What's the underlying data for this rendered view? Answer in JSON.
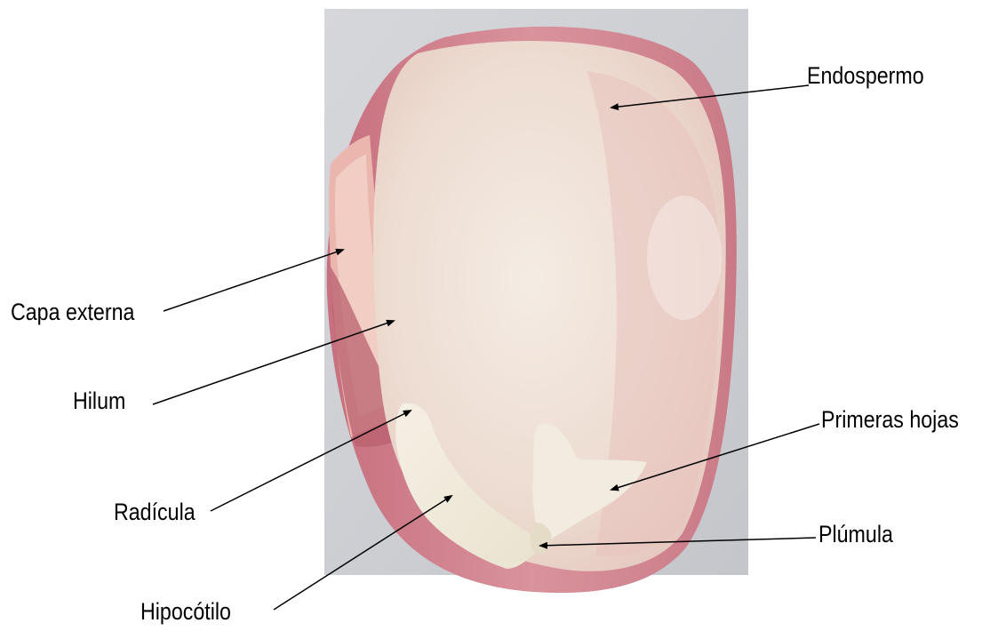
{
  "labels": {
    "endospermo": "Endospermo",
    "capa_externa": "Capa externa",
    "hilum": "Hilum",
    "primeras_hojas": "Primeras hojas",
    "radicula": "Radícula",
    "plumula": "Plúmula",
    "hipocotilo": "Hipocótilo"
  },
  "colors": {
    "background": "#ffffff",
    "photo_backdrop": "#c9cbd0",
    "seed_coat": "#cf7f8a",
    "cotyledon": "#ecdcd0",
    "embryo": "#f2ecde",
    "line": "#000000"
  }
}
